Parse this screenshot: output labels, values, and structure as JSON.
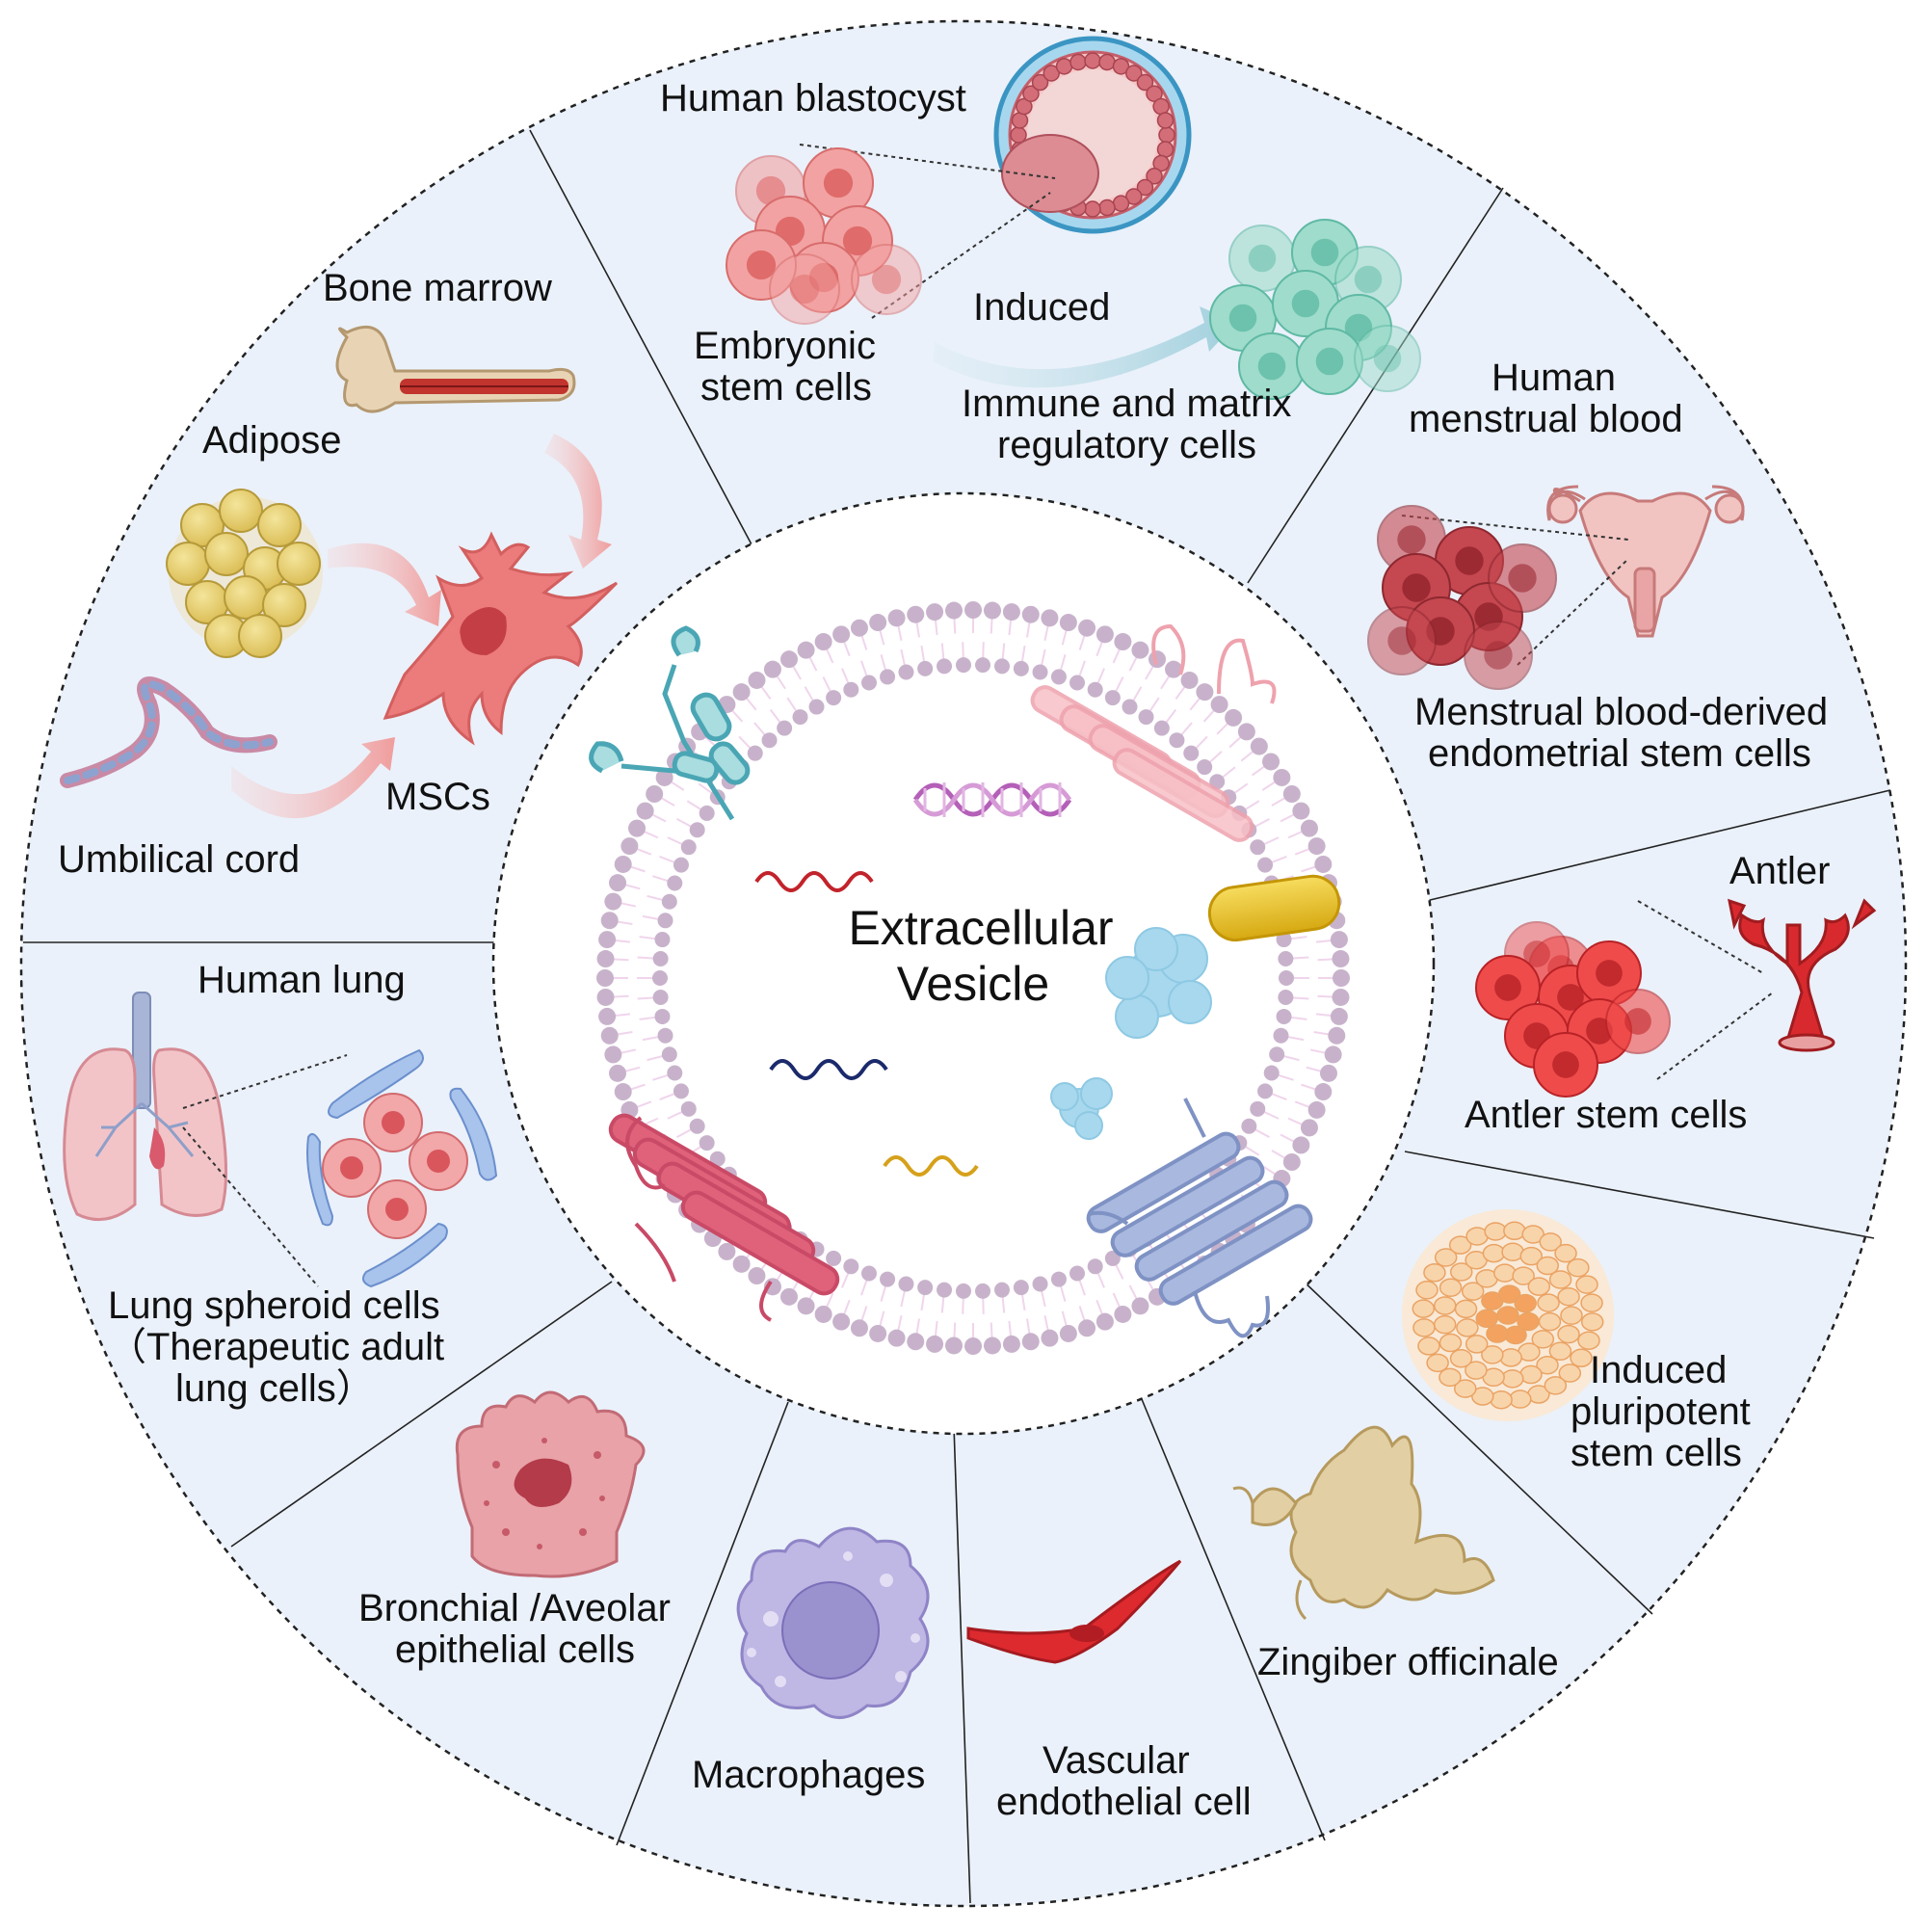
{
  "center": {
    "title_line1": "Extracellular",
    "title_line2": "Vesicle"
  },
  "sources": {
    "human_blastocyst": "Human blastocyst",
    "embryonic": [
      "Embryonic",
      "stem cells"
    ],
    "induced": "Induced",
    "immune": [
      "Immune and matrix",
      "regulatory cells"
    ],
    "menstrual_blood": [
      "Human",
      "menstrual blood"
    ],
    "menstrual_cells": [
      "Menstrual blood-derived",
      "endometrial stem cells"
    ],
    "antler": "Antler",
    "antler_cells": "Antler stem cells",
    "ipsc": [
      "Induced",
      "pluripotent",
      "stem cells"
    ],
    "zingiber": "Zingiber officinale",
    "vascular": [
      "Vascular",
      "endothelial cell"
    ],
    "macrophages": "Macrophages",
    "bronchial": [
      "Bronchial /Aveolar",
      "epithelial cells"
    ],
    "human_lung": "Human lung",
    "lung_cells": [
      "Lung spheroid cells",
      "（Therapeutic adult",
      "lung cells）"
    ],
    "bone_marrow": "Bone marrow",
    "adipose": "Adipose",
    "umbilical": "Umbilical cord",
    "mscs": "MSCs"
  },
  "colors": {
    "ring_fill": "#eaf1fa",
    "mscs_cell": "#ec7b7b",
    "embryonic_cell": "#ef8c8c",
    "immune_cell": "#8dd3c2",
    "menstrual_cell": "#b8343c",
    "antler_cell": "#e8393b",
    "ipsc_cell": "#f6c9a0",
    "membrane_bead": "#c8b2cb",
    "vesicle_yellow": "#e9c227",
    "protein_blue": "#a8d8ee"
  }
}
